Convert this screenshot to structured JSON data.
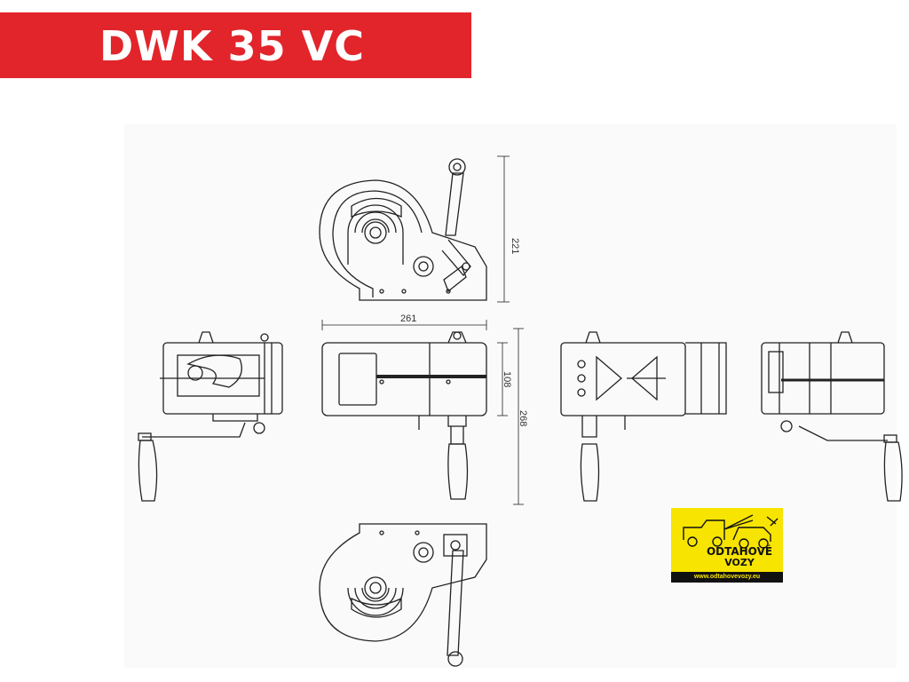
{
  "title": "DWK 35 VC",
  "dimensions": {
    "height_top": "221",
    "width_front": "261",
    "depth_front": "108",
    "height_total": "268"
  },
  "logo": {
    "line1": "ODTAHOVÉ",
    "line2": "VOZY",
    "url": "www.odtahovevozy.eu"
  },
  "colors": {
    "title_bar": "#e2242b",
    "logo_bg": "#f7e400",
    "line": "#222222"
  }
}
